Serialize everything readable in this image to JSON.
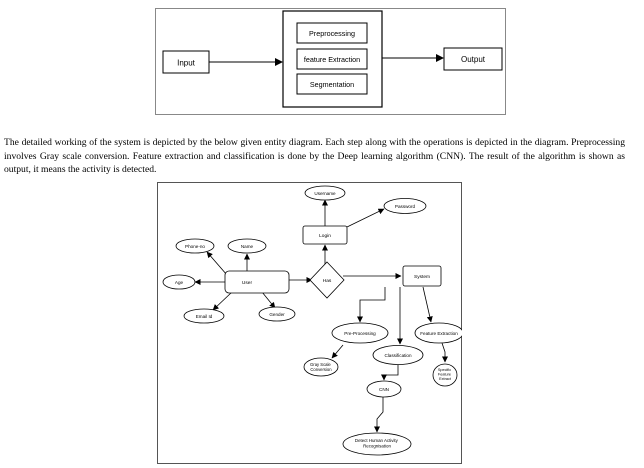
{
  "figure1": {
    "input_label": "Input",
    "output_label": "Output",
    "process_steps": [
      "Preprocessing",
      "feature Extraction",
      "Segmentation"
    ]
  },
  "paragraph": "The detailed working of the system is depicted by the below given entity diagram. Each step along with the operations is depicted in the diagram. Preprocessing involves Gray scale conversion. Feature extraction and classification is done by the Deep learning algorithm (CNN). The result of the algorithm is shown as output, it means the activity is detected.",
  "figure2": {
    "user": "User",
    "user_attributes": {
      "phone": "Phone-no",
      "name": "Name",
      "age": "Age",
      "email": "Email Id",
      "gender": "Gender"
    },
    "login": "Login",
    "username": "Username",
    "password": "Password",
    "has": "Has",
    "system": "System",
    "preprocessing": "Pre-Processing",
    "classification": "Classification",
    "feature_extraction": "Feature Extraction",
    "gray_scale": [
      "Gray Scale",
      "Conversion"
    ],
    "specific_feature": [
      "Specific",
      "Feature",
      "Extract"
    ],
    "cnn": "CNN",
    "detect": [
      "Detect Human Activity",
      "Recognisation"
    ]
  }
}
